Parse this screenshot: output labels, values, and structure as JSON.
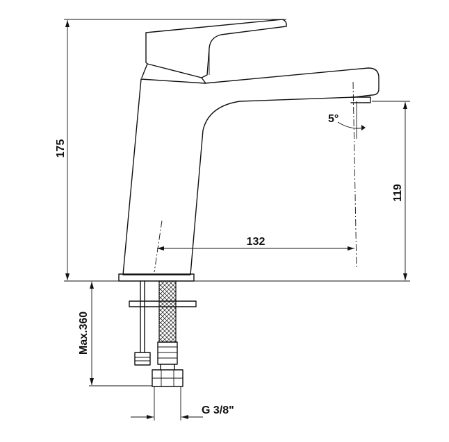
{
  "dimensions": {
    "total_height": "175",
    "spout_height": "119",
    "reach": "132",
    "hose_length": "Max.360",
    "spout_angle": "5°",
    "thread": "G 3/8\""
  },
  "colors": {
    "line": "#111111",
    "background": "#ffffff"
  }
}
